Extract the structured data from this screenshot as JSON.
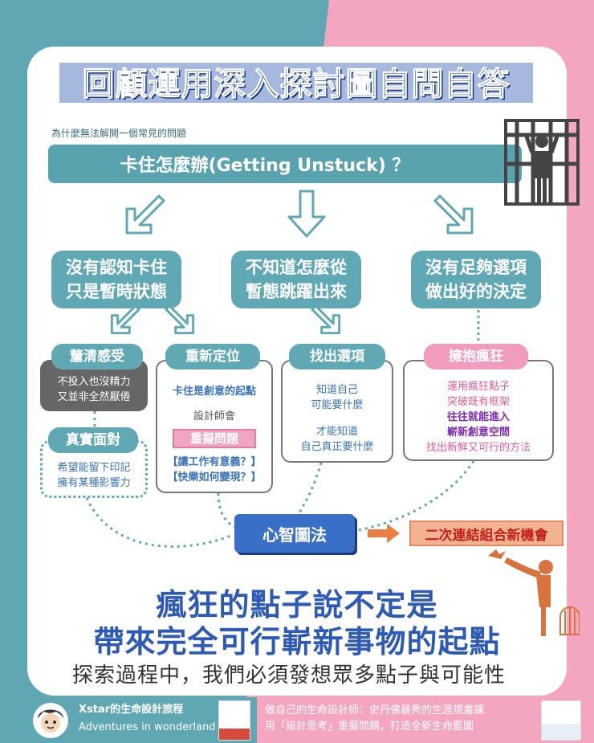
{
  "title": "回顧運用深入探討圖自問自答",
  "subtitle": "為什麼無法解開一個常見的問題",
  "banner": "卡住怎麼辦(Getting Unstuck) ？",
  "causes": [
    {
      "line1": "沒有認知卡住",
      "line2": "只是暫時狀態"
    },
    {
      "line1": "不知道怎麼從",
      "line2": "暫態跳躍出來"
    },
    {
      "line1": "沒有足夠選項",
      "line2": "做出好的決定"
    }
  ],
  "tags": {
    "clarify": "釐清感受",
    "reframe": "重新定位",
    "find": "找出選項",
    "embrace": "擁抱瘋狂",
    "face": "真實面對"
  },
  "clarify_box": {
    "line1": "不投入也沒精力",
    "line2": "又並非全然厭倦"
  },
  "reframe_box": {
    "line1": "卡住是創意的起點",
    "line2": "設計師會",
    "stamp": "重擬問題",
    "q1": "【讓工作有意義？】",
    "q2": "【快樂如何變現？】"
  },
  "find_box": {
    "line1": "知道自己",
    "line2": "可能要什麼",
    "line3": "才能知道",
    "line4": "自己真正要什麼"
  },
  "embrace_box": {
    "line1": "運用瘋狂點子",
    "line2": "突破既有框架",
    "line3": "往往就能進入",
    "line4": "嶄新創意空間",
    "line5": "找出新鮮又可行的方法"
  },
  "face_box": {
    "line1": "希望能留下印記",
    "line2": "擁有某種影響力"
  },
  "center": "心智圖法",
  "next_label": "二次連結組合新機會",
  "conclusion": {
    "line1": "瘋狂的點子說不定是",
    "line2": "帶來完全可行嶄新事物的起點",
    "line3": "探索過程中，我們必須發想眾多點子與可能性"
  },
  "footer": {
    "brand": "Xstar的生命設計旅程",
    "tagline": "Adventures in wonderland",
    "desc1": "做自己的生命設計師：史丹佛最秀的生涯規畫課",
    "desc2": "用「設計思考」重擬問題，打造全新生命藍圖"
  },
  "colors": {
    "teal": "#5fa7b3",
    "pink": "#f4a6c1",
    "blue": "#2d5ab5",
    "accent_orange": "#e7875e"
  }
}
